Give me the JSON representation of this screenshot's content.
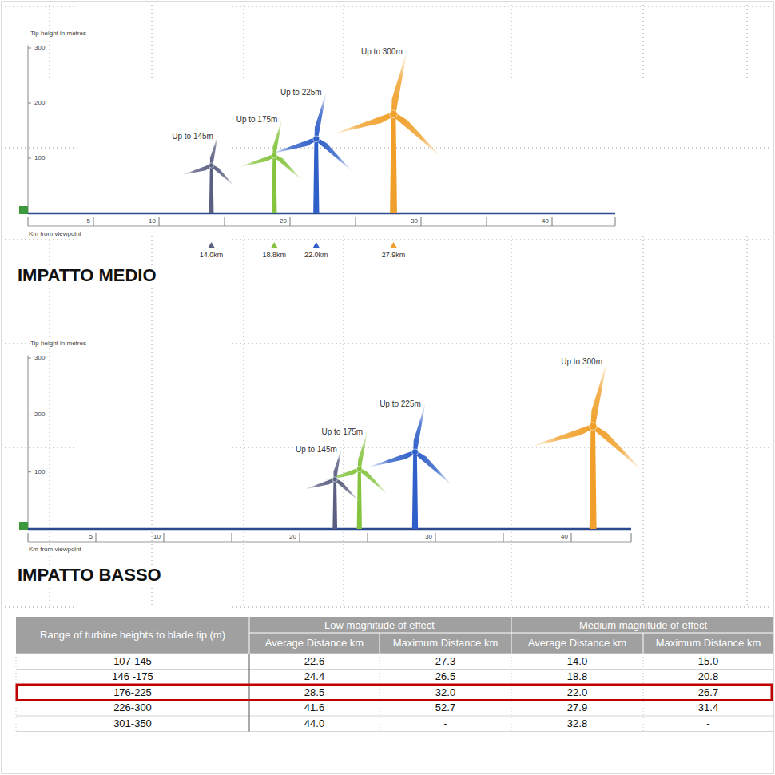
{
  "diagram": {
    "labels": [
      "Tip height in metres",
      "300",
      "200",
      "100",
      "Up to 300m",
      "Up to 225m",
      "Up to 175m",
      "Up to 145m",
      "5",
      "10",
      "20",
      "30",
      "40",
      "Km from viewpoint",
      "14.0km",
      "18.8km",
      "22.0km",
      "27.9km",
      "IMPATTO MEDIO",
      "Tip height in metres",
      "300",
      "200",
      "100",
      "Up to 300m",
      "Up to 225m",
      "Up to 175m",
      "Up to 145m",
      "5",
      "10",
      "20",
      "30",
      "40",
      "Km from viewpoint",
      "IMPATTO BASSO",
      "Range of turbine heights to blade tip (m)",
      "Low magnitude of effect",
      "Medium magnitude of effect",
      "Average Distance km",
      "Maximum Distance km",
      "Average Distance km",
      "Maximum Distance km",
      "107-145",
      "22.6",
      "27.3",
      "14.0",
      "15.0",
      "146 -175",
      "24.4",
      "26.5",
      "18.8",
      "20.8",
      "176-225",
      "28.5",
      "32.0",
      "22.0",
      "26.7",
      "226-300",
      "41.6",
      "52.7",
      "27.9",
      "31.4",
      "301-350",
      "44.0",
      "-",
      "32.8",
      "-"
    ]
  }
}
